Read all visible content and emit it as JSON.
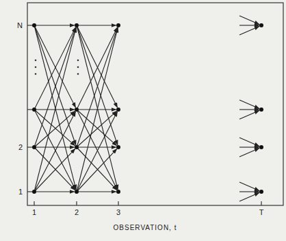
{
  "diagram": {
    "labels": [
      "N",
      "2",
      "1",
      "1",
      "2",
      "3",
      "T",
      "OBSERVATION, t"
    ]
  }
}
